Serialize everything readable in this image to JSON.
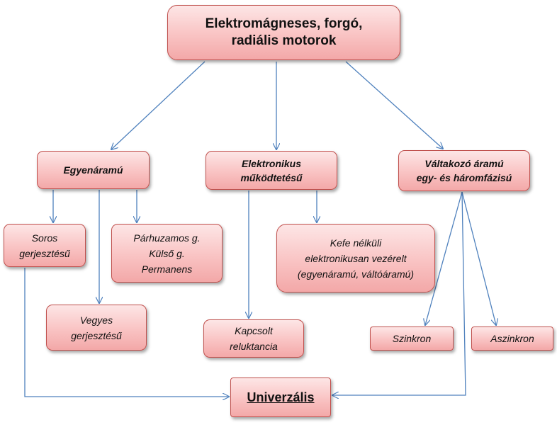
{
  "diagram": {
    "root": "Elektromágneses, forgó,\nradiális motorok",
    "categories": {
      "dc": "Egyenáramú",
      "electronic": "Elektronikus\nműködtetésű",
      "ac": "Váltakozó áramú\negy- és háromfázisú"
    },
    "leaves": {
      "soros": "Soros\ngerjesztésű",
      "parhuzamos": "Párhuzamos g.\nKülső g.\nPermanens",
      "vegyes": "Vegyes\ngerjesztésű",
      "kefe": "Kefe nélküli\nelektronikusan vezérelt\n(egyenáramú, váltóáramú)",
      "kapcsolt": "Kapcsolt\nreluktancia",
      "szinkron": "Szinkron",
      "aszinkron": "Aszinkron"
    },
    "universal": "Univerzális"
  },
  "colors": {
    "box_fill": "#f9c3c3",
    "box_border": "#c0504d",
    "arrow": "#4f81bd"
  }
}
